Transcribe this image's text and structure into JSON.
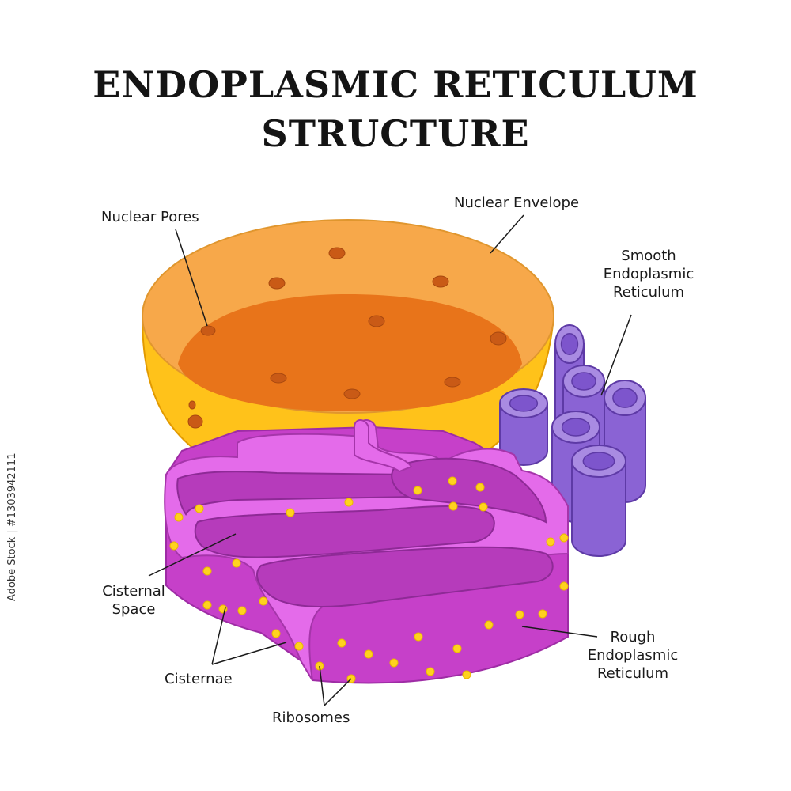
{
  "title": {
    "line1": "ENDOPLASMIC RETICULUM",
    "line2": "STRUCTURE"
  },
  "labels": {
    "nuclear_pores": "Nuclear Pores",
    "nuclear_envelope": "Nuclear Envelope",
    "ser_line1": "Smooth",
    "ser_line2": "Endoplasmic",
    "ser_line3": "Reticulum",
    "cisternal_line1": "Cisternal",
    "cisternal_line2": "Space",
    "cisternae": "Cisternae",
    "ribosomes": "Ribosomes",
    "rer_line1": "Rough",
    "rer_line2": "Endoplasmic",
    "rer_line3": "Reticulum"
  },
  "side_text": "Adobe Stock | #1303942111",
  "colors": {
    "nucleus_outer": "#FFC21A",
    "nucleus_rim": "#F7A84A",
    "nucleus_inner": "#E8741A",
    "pore": "#C95A16",
    "rer_top": "#E46BEA",
    "rer_side": "#C640C9",
    "rer_dark": "#9E2CA5",
    "ser_light": "#A98BE2",
    "ser_dark": "#7D55CC",
    "ribosome": "#FFD21F"
  }
}
